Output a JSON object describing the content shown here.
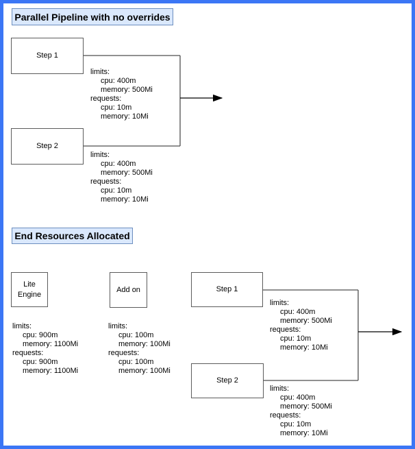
{
  "frame": {
    "border_color": "#3b76f5",
    "background_color": "#ffffff",
    "title_fill_color": "#dae8fc",
    "title_border_color": "#6c8ebf",
    "node_border_color": "#5b5b5b",
    "connector_color": "#4d4d4d"
  },
  "sections": {
    "pipeline": {
      "title": "Parallel Pipeline with no overrides",
      "nodes": [
        {
          "label": "Step 1"
        },
        {
          "label": "Step 2"
        }
      ],
      "resources": [
        {
          "lines": [
            "limits:",
            "cpu: 400m",
            "memory: 500Mi",
            "requests:",
            "cpu: 10m",
            "memory: 10Mi"
          ]
        },
        {
          "lines": [
            "limits:",
            "cpu: 400m",
            "memory: 500Mi",
            "requests:",
            "cpu: 10m",
            "memory: 10Mi"
          ]
        }
      ]
    },
    "end_resources": {
      "title": "End Resources Allocated",
      "nodes": [
        {
          "label": "Lite\nEngine"
        },
        {
          "label": "Add on"
        },
        {
          "label": "Step 1"
        },
        {
          "label": "Step 2"
        }
      ],
      "resources": [
        {
          "lines": [
            "limits:",
            "cpu: 900m",
            "memory: 1100Mi",
            "requests:",
            "cpu: 900m",
            "memory: 1100Mi"
          ]
        },
        {
          "lines": [
            "limits:",
            "cpu: 100m",
            "memory: 100Mi",
            "requests:",
            "cpu: 100m",
            "memory: 100Mi"
          ]
        },
        {
          "lines": [
            "limits:",
            "cpu: 400m",
            "memory: 500Mi",
            "requests:",
            "cpu: 10m",
            "memory: 10Mi"
          ]
        },
        {
          "lines": [
            "limits:",
            "cpu: 400m",
            "memory: 500Mi",
            "requests:",
            "cpu: 10m",
            "memory: 10Mi"
          ]
        }
      ]
    }
  }
}
